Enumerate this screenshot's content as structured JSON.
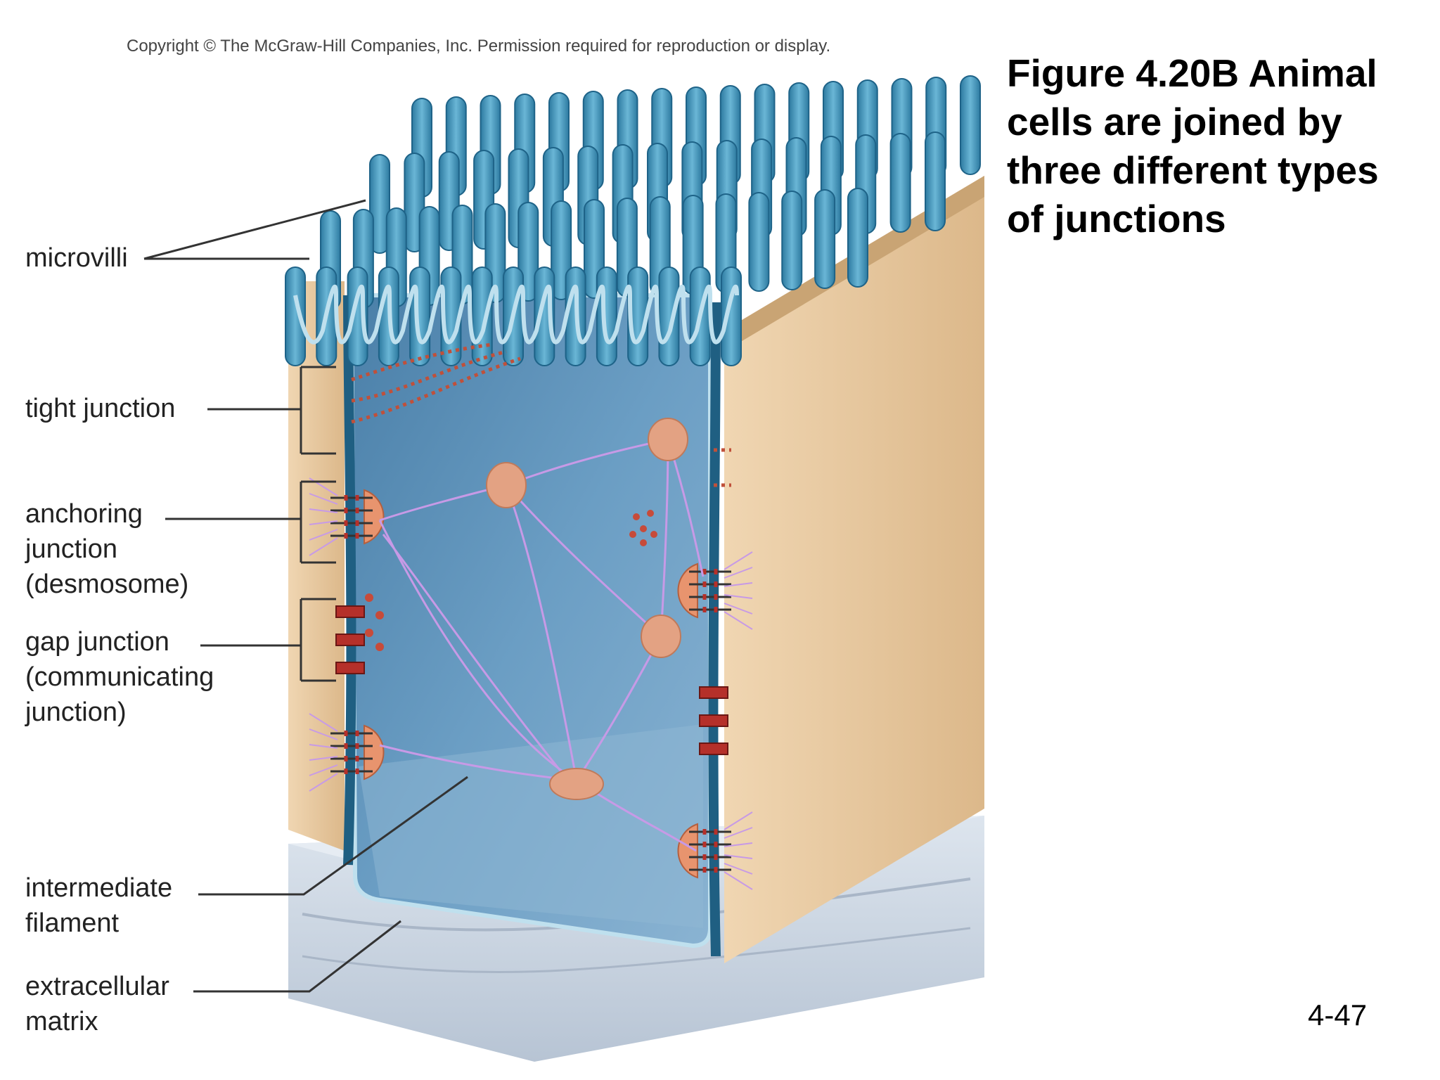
{
  "copyright": "Copyright © The McGraw-Hill Companies, Inc. Permission required for reproduction or display.",
  "title": "Figure 4.20B Animal\ncells are joined by\nthree different types\nof junctions",
  "page_number": "4-47",
  "labels": {
    "microvilli": "microvilli",
    "tight_junction": "tight junction",
    "anchoring_junction": "anchoring\njunction\n(desmosome)",
    "gap_junction": "gap junction\n(communicating\njunction)",
    "intermediate_filament": "intermediate\nfilament",
    "extracellular_matrix": "extracellular\nmatrix"
  },
  "colors": {
    "cell_blue": "#5f93b8",
    "microvilli_blue": "#3f8fb3",
    "side_tan": "#e8c9a0",
    "junction_red": "#b5302a",
    "filament_purple": "#b88ad6",
    "matrix_gray": "#c9d3e0"
  }
}
